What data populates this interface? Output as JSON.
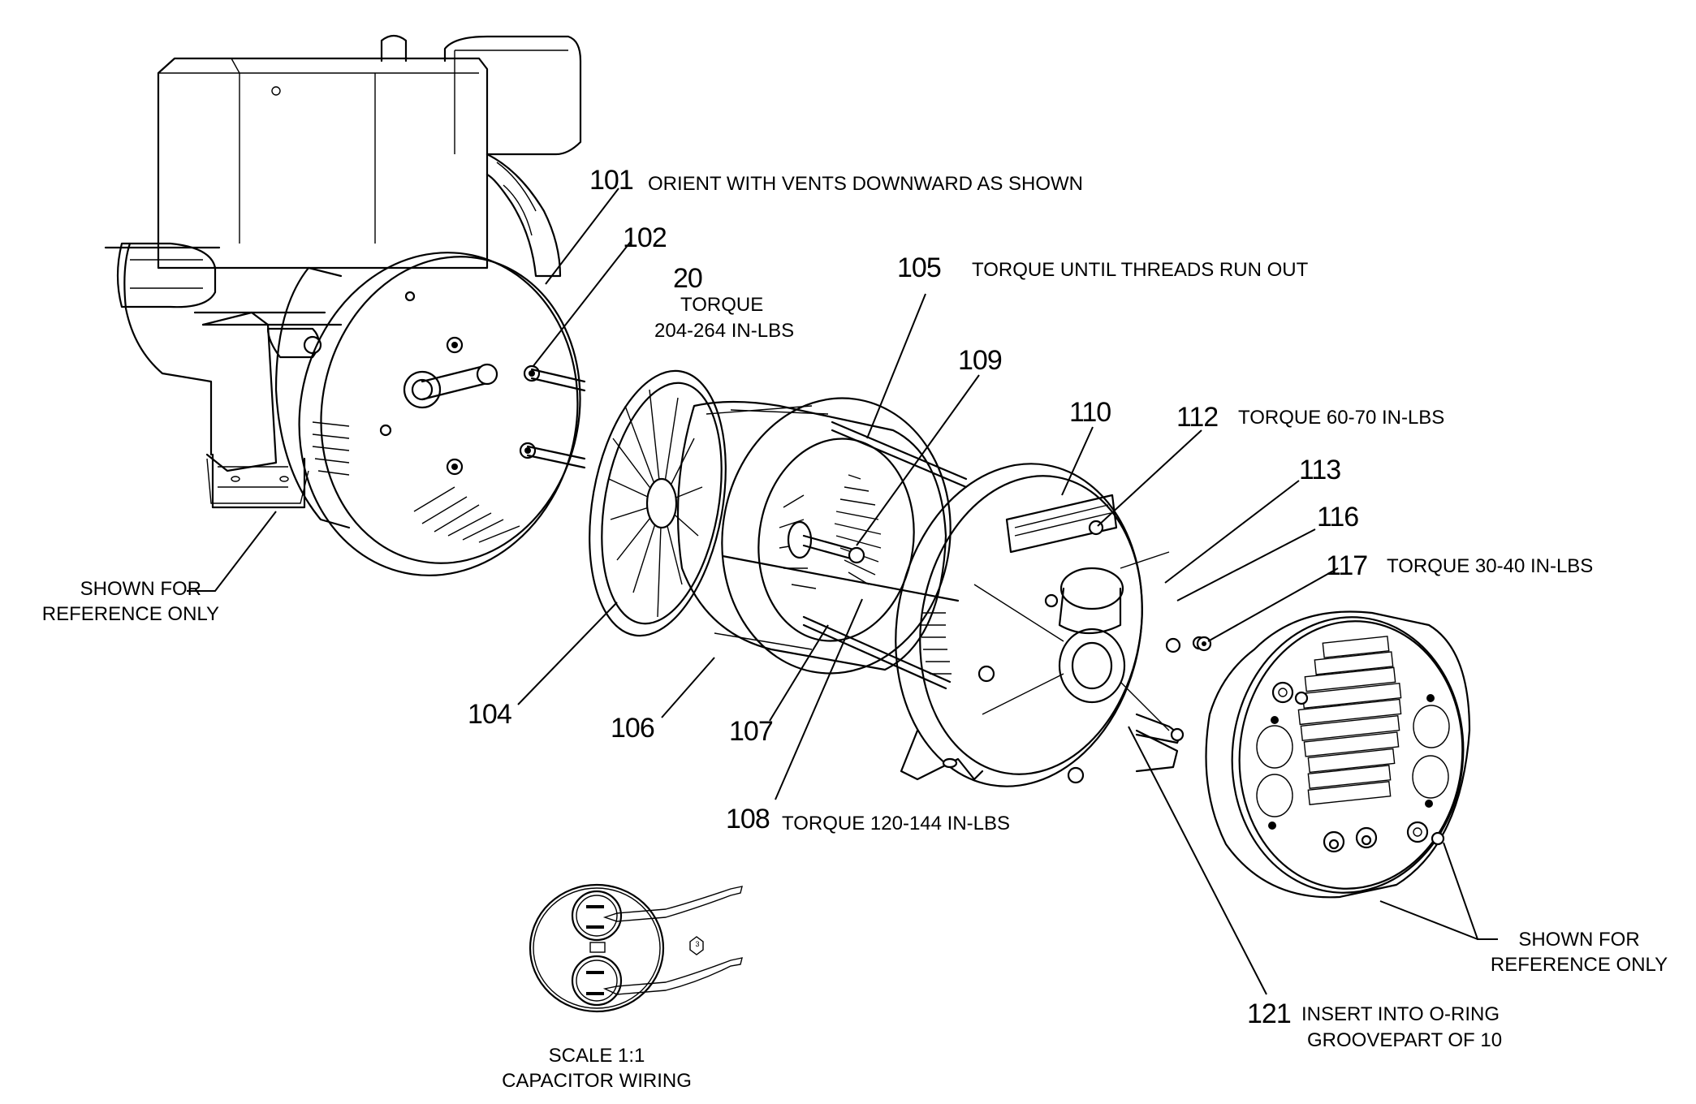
{
  "diagram": {
    "type": "exploded-parts-assembly",
    "subject": "Generator alternator assembly (exploded view)",
    "callouts": [
      {
        "part": "101",
        "note": "ORIENT WITH VENTS DOWNWARD AS SHOWN"
      },
      {
        "part": "102",
        "note": ""
      },
      {
        "part": "20",
        "note_line1": "TORQUE",
        "note_line2": "204-264 IN-LBS"
      },
      {
        "part": "105",
        "note": "TORQUE UNTIL THREADS RUN OUT"
      },
      {
        "part": "109",
        "note": ""
      },
      {
        "part": "110",
        "note": ""
      },
      {
        "part": "112",
        "note": "TORQUE 60-70 IN-LBS"
      },
      {
        "part": "113",
        "note": ""
      },
      {
        "part": "116",
        "note": ""
      },
      {
        "part": "117",
        "note": "TORQUE 30-40 IN-LBS"
      },
      {
        "part": "104",
        "note": ""
      },
      {
        "part": "106",
        "note": ""
      },
      {
        "part": "107",
        "note": ""
      },
      {
        "part": "108",
        "note": "TORQUE 120-144 IN-LBS"
      },
      {
        "part": "121",
        "note_line1": "INSERT INTO O-RING",
        "note_line2": "GROOVEPART OF 10"
      }
    ],
    "reference_notes": {
      "left": {
        "line1": "SHOWN FOR",
        "line2": "REFERENCE ONLY"
      },
      "right": {
        "line1": "SHOWN FOR",
        "line2": "REFERENCE ONLY"
      }
    },
    "detail_view": {
      "title_line1": "SCALE 1:1",
      "title_line2": "CAPACITOR WIRING",
      "wire_tag": "3"
    }
  }
}
